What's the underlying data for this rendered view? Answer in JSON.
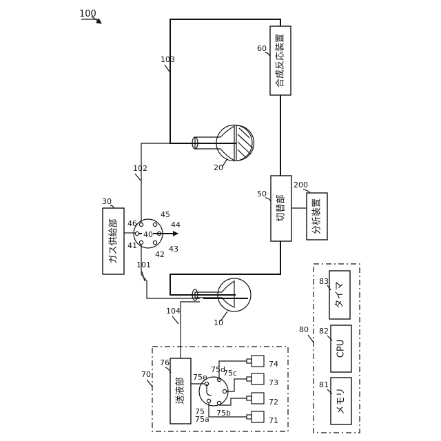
{
  "figure": {
    "ref_main": "100"
  },
  "components": {
    "gas_supply": "ガス供給部",
    "switch_unit": "切替部",
    "analyzer": "分析装置",
    "synthesis": "合成反応装置",
    "liquid_feed": "送液部",
    "cpu": "CPU",
    "timer": "タイマ",
    "memory": "メモリ"
  },
  "refs": {
    "r10": "10",
    "r20": "20",
    "r30": "30",
    "r40": "40",
    "r41": "41",
    "r42": "42",
    "r43": "43",
    "r44": "44",
    "r45": "45",
    "r46": "46",
    "r50": "50",
    "r60": "60",
    "r70": "70",
    "r71": "71",
    "r72": "72",
    "r73": "73",
    "r74": "74",
    "r75": "75",
    "r75a": "75a",
    "r75b": "75b",
    "r75c": "75c",
    "r75d": "75d",
    "r75e": "75e",
    "r76": "76",
    "r80": "80",
    "r81": "81",
    "r82": "82",
    "r83": "83",
    "r101": "101",
    "r102": "102",
    "r103": "103",
    "r104": "104",
    "r200": "200"
  }
}
